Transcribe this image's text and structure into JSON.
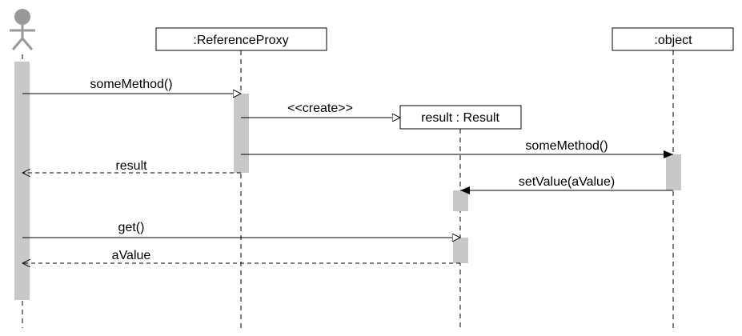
{
  "participants": {
    "proxy": ":ReferenceProxy",
    "object": ":object",
    "result": "result : Result"
  },
  "messages": {
    "call_some_method": "someMethod()",
    "create": "<<create>>",
    "forward_some_method": "someMethod()",
    "return_result": "result",
    "set_value": "setValue(aValue)",
    "get": "get()",
    "return_value": "aValue"
  }
}
